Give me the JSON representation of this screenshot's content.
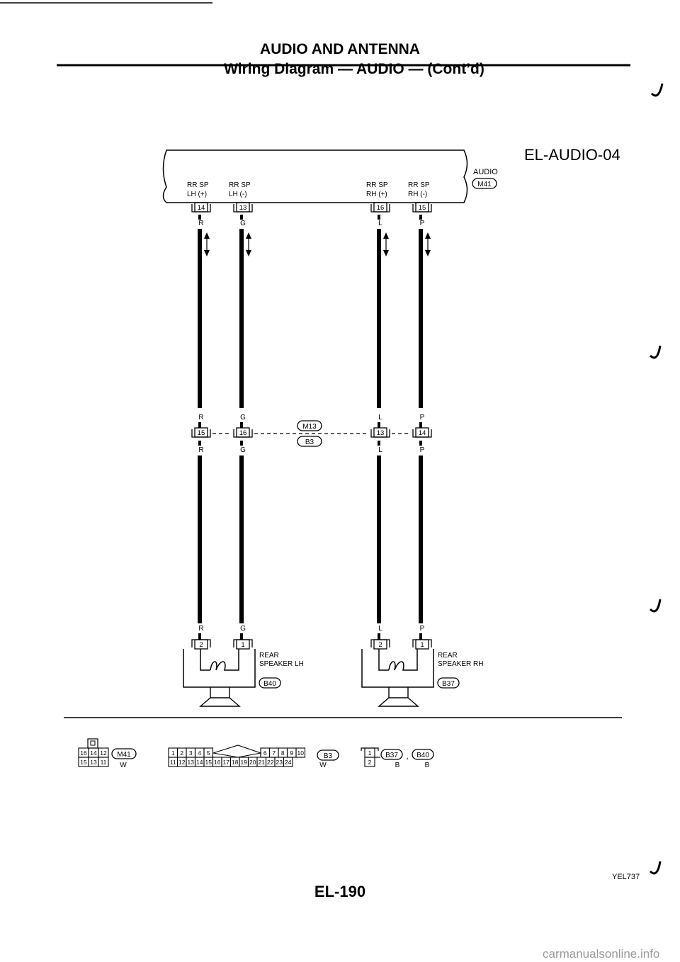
{
  "header": {
    "title": "AUDIO AND ANTENNA",
    "subtitle": "Wiring Diagram — AUDIO — (Cont’d)"
  },
  "diagram_id": "EL-AUDIO-04",
  "audio_unit": {
    "name": "AUDIO",
    "connector": "M41"
  },
  "terminals": [
    {
      "top_label": "RR SP",
      "bottom_label": "LH (+)",
      "pin": "14",
      "wire": "R"
    },
    {
      "top_label": "RR SP",
      "bottom_label": "LH (-)",
      "pin": "13",
      "wire": "G"
    },
    {
      "top_label": "RR SP",
      "bottom_label": "RH (+)",
      "pin": "16",
      "wire": "L"
    },
    {
      "top_label": "RR SP",
      "bottom_label": "RH (-)",
      "pin": "15",
      "wire": "P"
    }
  ],
  "junction": {
    "connectors": [
      "M13",
      "B3"
    ],
    "pins": [
      "15",
      "16",
      "13",
      "14"
    ]
  },
  "speakers": [
    {
      "line1": "REAR",
      "line2": "SPEAKER LH",
      "connector": "B40",
      "pins": [
        "2",
        "1"
      ]
    },
    {
      "line1": "REAR",
      "line2": "SPEAKER RH",
      "connector": "B37",
      "pins": [
        "2",
        "1"
      ]
    }
  ],
  "connector_views": {
    "m41": {
      "pins_top": [
        "16",
        "14",
        "12"
      ],
      "pins_bottom": [
        "15",
        "13",
        "11"
      ],
      "connector": "M41",
      "color": "W"
    },
    "b3": {
      "pins_top": [
        "1",
        "2",
        "3",
        "4",
        "5",
        "6",
        "7",
        "8",
        "9",
        "10"
      ],
      "pins_bottom": [
        "11",
        "12",
        "13",
        "14",
        "15",
        "16",
        "17",
        "18",
        "19",
        "20",
        "21",
        "22",
        "23",
        "24"
      ],
      "connector": "B3",
      "color": "W"
    },
    "speaker": {
      "pins": [
        "1",
        "2"
      ],
      "connectors": [
        "B37",
        "B40"
      ],
      "colors": [
        "B",
        "B"
      ],
      "separator": ","
    }
  },
  "footer": {
    "page_number": "EL-190",
    "figure_code": "YEL737"
  },
  "watermark": "carmanualsonline.info"
}
